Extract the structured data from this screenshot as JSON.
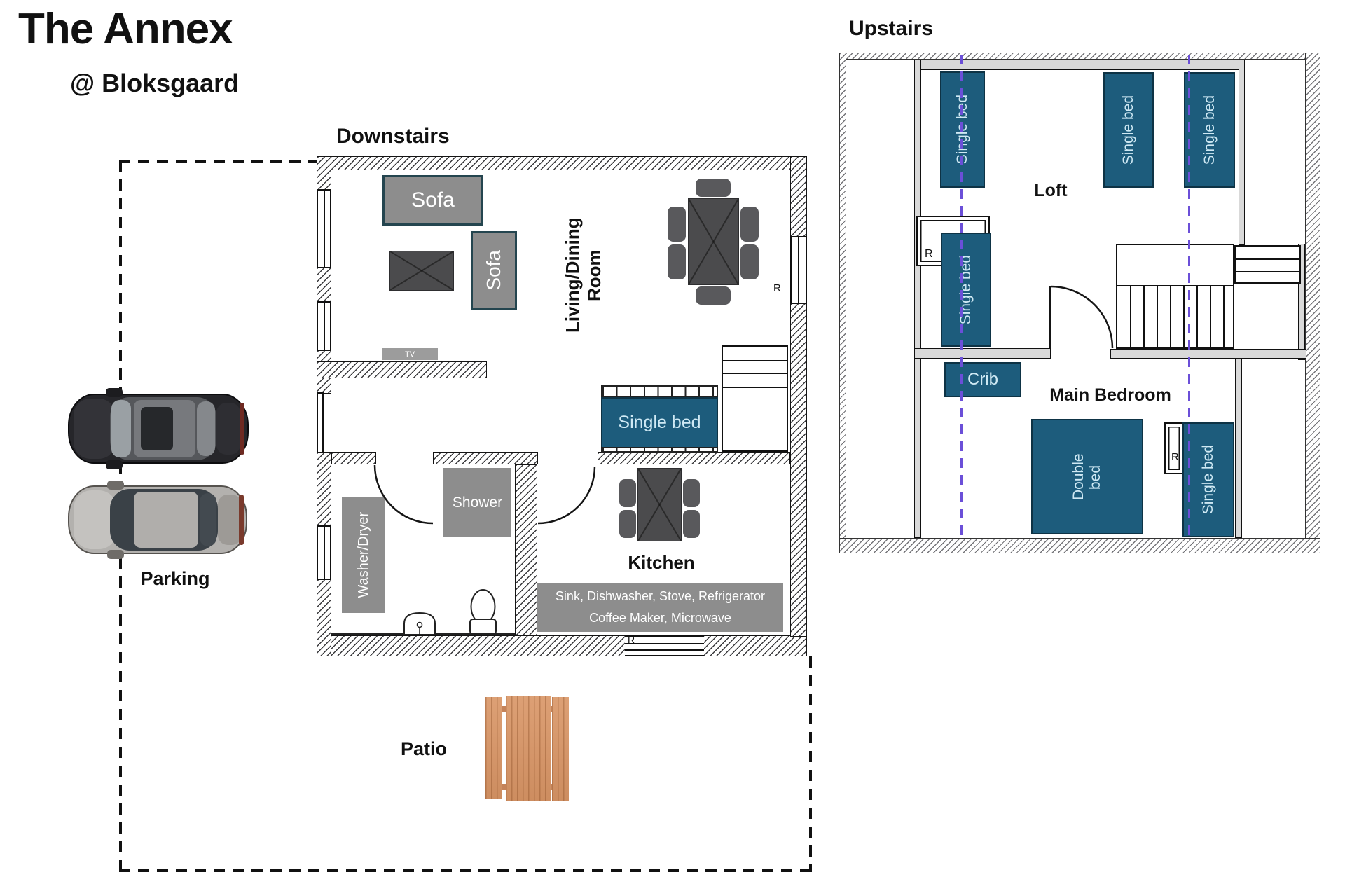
{
  "page": {
    "title": "The Annex",
    "subtitle": "@ Bloksgaard"
  },
  "floors": {
    "downstairs": "Downstairs",
    "upstairs": "Upstairs"
  },
  "rooms": {
    "living_dining": "Living/Dining Room",
    "kitchen": "Kitchen",
    "loft": "Loft",
    "main_bedroom": "Main Bedroom"
  },
  "furniture": {
    "sofa": "Sofa",
    "tv": "TV",
    "single_bed": "Single bed",
    "double_bed": "Double bed",
    "crib": "Crib",
    "shower": "Shower",
    "washer_dryer": "Washer/Dryer",
    "radiator": "R",
    "appliances_line1": "Sink, Dishwasher, Stove, Refrigerator",
    "appliances_line2": "Coffee Maker, Microwave"
  },
  "outdoor": {
    "parking": "Parking",
    "patio": "Patio"
  },
  "colors": {
    "bed": "#1d5c7c",
    "bed_text": "#cfe9f4",
    "gray_furniture": "#8d8d8d",
    "dark_table": "#4b4b4d",
    "wall_gray": "#d9d9d9",
    "dash_purple": "#6b4fd8",
    "sofa_border": "#24454f"
  }
}
